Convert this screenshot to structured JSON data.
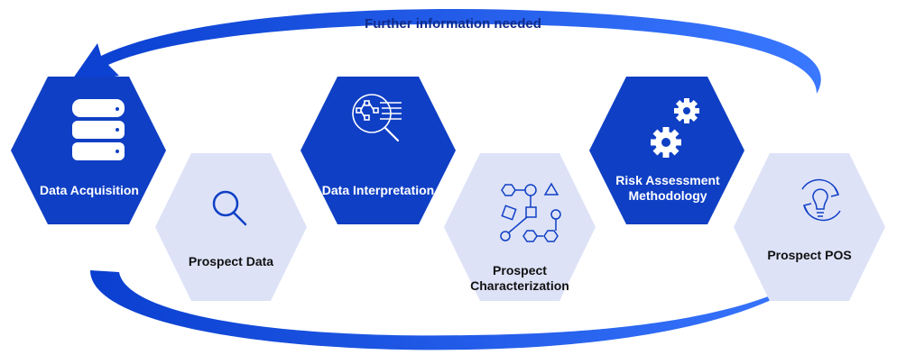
{
  "feedback_label": "Further information needed",
  "steps": [
    {
      "label": "Data Acquisition",
      "style": "dark",
      "icon": "database-icon"
    },
    {
      "label": "Prospect Data",
      "style": "light",
      "icon": "magnifier-icon"
    },
    {
      "label": "Data Interpretation",
      "style": "dark",
      "icon": "data-analysis-icon"
    },
    {
      "label": "Prospect Characterization",
      "style": "light",
      "icon": "shapes-flow-icon"
    },
    {
      "label": "Risk Assessment Methodology",
      "style": "dark",
      "icon": "gears-icon"
    },
    {
      "label": "Prospect POS",
      "style": "light",
      "icon": "lightbulb-icon"
    }
  ],
  "colors": {
    "dark": "#0f3fc4",
    "light": "#dde2f7",
    "arrow": "#1a52e0",
    "icon_line": "#0f3fc4",
    "caption": "#0f2a8a"
  }
}
